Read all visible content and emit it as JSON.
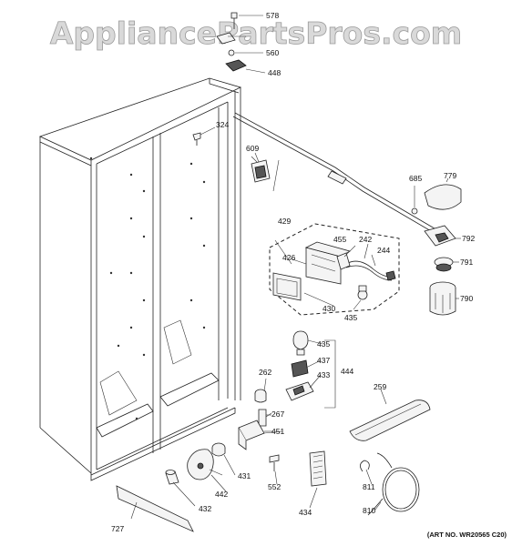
{
  "watermark": "AppliancePartsPros.com",
  "art_number": "(ART NO. WR20565 C20)",
  "colors": {
    "line": "#222222",
    "watermark_fill": "#d9d9d9",
    "background": "#ffffff"
  },
  "callouts": {
    "p578": "578",
    "p560": "560",
    "p448": "448",
    "p324": "324",
    "p609": "609",
    "p685": "685",
    "p779": "779",
    "p429": "429",
    "p455": "455",
    "p242": "242",
    "p244": "244",
    "p426": "426",
    "p430": "430",
    "p435a": "435",
    "p792": "792",
    "p791": "791",
    "p790": "790",
    "p435b": "435",
    "p437": "437",
    "p433": "433",
    "p444": "444",
    "p262": "262",
    "p267": "267",
    "p451": "451",
    "p259": "259",
    "p431": "431",
    "p442": "442",
    "p552": "552",
    "p432": "432",
    "p434": "434",
    "p811": "811",
    "p810": "810",
    "p727": "727"
  }
}
